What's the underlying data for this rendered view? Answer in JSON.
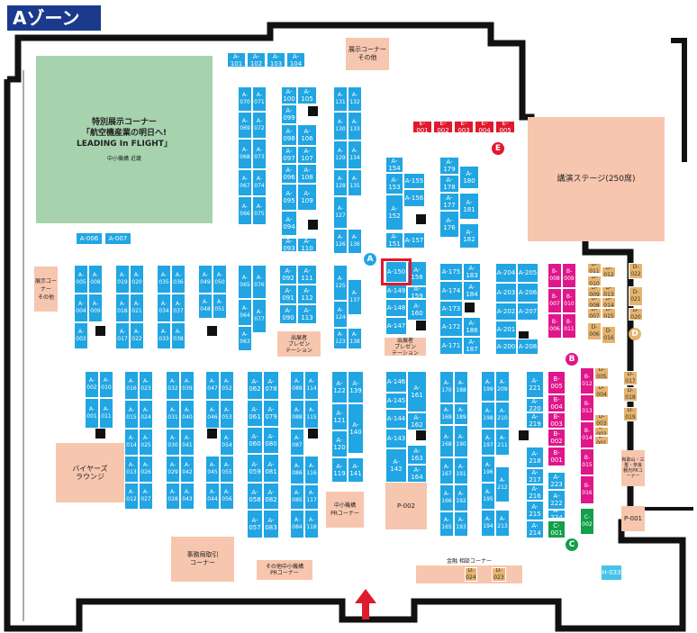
{
  "title": "Aゾーン",
  "colors": {
    "blue": "#21a5e3",
    "red": "#e0192d",
    "magenta": "#e0168a",
    "green": "#12a04a",
    "tan": "#e6b46e",
    "pink": "#f7c6ae",
    "green_area": "#a6d3ae",
    "navy": "#1b3a8c"
  },
  "areas": {
    "special_title": "特別展示コーナー\n「航空機産業の明日へ!\nLEADING In FLIGHT」",
    "special_sub": "中小機構 近畿",
    "top_talk": "展示コーナー\nその他",
    "left_talk": "展示コーナー\nその他",
    "stage": "講演ステージ(250席)",
    "buyers": "バイヤーズ\nラウンジ",
    "office": "事務局取引\nコーナー",
    "present1": "出展者\nプレゼン\nテーション",
    "present2": "出展者\nプレゼン\nテーション",
    "sme1": "中小機構\nPRコーナー",
    "sme2": "その他中小機構\nPRコーナー",
    "consult": "金融 相談コーナー",
    "regional": "和歌山・三重・奈良\n観光PRコーナー",
    "p001": "P-001",
    "p002": "P-002",
    "h033": "H-033"
  },
  "markers": {
    "a": "A",
    "b": "B",
    "c": "C",
    "d": "D",
    "e": "E"
  },
  "booths": [
    {
      "l": "A-101"
    },
    {
      "l": "A-102"
    },
    {
      "l": "A-103"
    },
    {
      "l": "A-104"
    },
    {
      "l": "A-006"
    },
    {
      "l": "A-007"
    },
    {
      "l": "E-001"
    },
    {
      "l": "E-002"
    },
    {
      "l": "E-003"
    },
    {
      "l": "E-004"
    },
    {
      "l": "E-005"
    },
    {
      "l": "A-070"
    },
    {
      "l": "A-071"
    },
    {
      "l": "A-069"
    },
    {
      "l": "A-072"
    },
    {
      "l": "A-068"
    },
    {
      "l": "A-073"
    },
    {
      "l": "A-067"
    },
    {
      "l": "A-074"
    },
    {
      "l": "A-066"
    },
    {
      "l": "A-075"
    },
    {
      "l": "A-100"
    },
    {
      "l": "A-105"
    },
    {
      "l": "A-099"
    },
    {
      "l": "A-098"
    },
    {
      "l": "A-106"
    },
    {
      "l": "A-097"
    },
    {
      "l": "A-107"
    },
    {
      "l": "A-096"
    },
    {
      "l": "A-108"
    },
    {
      "l": "A-095"
    },
    {
      "l": "A-109"
    },
    {
      "l": "A-094"
    },
    {
      "l": "A-093"
    },
    {
      "l": "A-110"
    },
    {
      "l": "A-131"
    },
    {
      "l": "A-132"
    },
    {
      "l": "A-130"
    },
    {
      "l": "A-133"
    },
    {
      "l": "A-129"
    },
    {
      "l": "A-134"
    },
    {
      "l": "A-128"
    },
    {
      "l": "A-135"
    },
    {
      "l": "A-127"
    },
    {
      "l": "A-126"
    },
    {
      "l": "A-136"
    },
    {
      "l": "A-154"
    },
    {
      "l": "A-153"
    },
    {
      "l": "A-155"
    },
    {
      "l": "A-156"
    },
    {
      "l": "A-152"
    },
    {
      "l": "A-151"
    },
    {
      "l": "A-157"
    },
    {
      "l": "A-179"
    },
    {
      "l": "A-178"
    },
    {
      "l": "A-180"
    },
    {
      "l": "A-177"
    },
    {
      "l": "A-181"
    },
    {
      "l": "A-176"
    },
    {
      "l": "A-182"
    },
    {
      "l": "A-005"
    },
    {
      "l": "A-008"
    },
    {
      "l": "A-004"
    },
    {
      "l": "A-009"
    },
    {
      "l": "A-003"
    },
    {
      "l": "A-019"
    },
    {
      "l": "A-020"
    },
    {
      "l": "A-018"
    },
    {
      "l": "A-021"
    },
    {
      "l": "A-017"
    },
    {
      "l": "A-022"
    },
    {
      "l": "A-035"
    },
    {
      "l": "A-036"
    },
    {
      "l": "A-034"
    },
    {
      "l": "A-037"
    },
    {
      "l": "A-033"
    },
    {
      "l": "A-038"
    },
    {
      "l": "A-049"
    },
    {
      "l": "A-050"
    },
    {
      "l": "A-048"
    },
    {
      "l": "A-051"
    },
    {
      "l": "A-065"
    },
    {
      "l": "A-076"
    },
    {
      "l": "A-064"
    },
    {
      "l": "A-077"
    },
    {
      "l": "A-063"
    },
    {
      "l": "A-092"
    },
    {
      "l": "A-111"
    },
    {
      "l": "A-091"
    },
    {
      "l": "A-112"
    },
    {
      "l": "A-090"
    },
    {
      "l": "A-113"
    },
    {
      "l": "A-125"
    },
    {
      "l": "A-137"
    },
    {
      "l": "A-124"
    },
    {
      "l": "A-123"
    },
    {
      "l": "A-138"
    },
    {
      "l": "A-150"
    },
    {
      "l": "A-158"
    },
    {
      "l": "A-149"
    },
    {
      "l": "A-159"
    },
    {
      "l": "A-148"
    },
    {
      "l": "A-160"
    },
    {
      "l": "A-147"
    },
    {
      "l": "A-175"
    },
    {
      "l": "A-183"
    },
    {
      "l": "A-174"
    },
    {
      "l": "A-184"
    },
    {
      "l": "A-173"
    },
    {
      "l": "A-185"
    },
    {
      "l": "A-172"
    },
    {
      "l": "A-186"
    },
    {
      "l": "A-171"
    },
    {
      "l": "A-187"
    },
    {
      "l": "A-204"
    },
    {
      "l": "A-205"
    },
    {
      "l": "A-203"
    },
    {
      "l": "A-206"
    },
    {
      "l": "A-202"
    },
    {
      "l": "A-207"
    },
    {
      "l": "A-201"
    },
    {
      "l": "A-200"
    },
    {
      "l": "A-208"
    },
    {
      "l": "B-008"
    },
    {
      "l": "B-009"
    },
    {
      "l": "B-007"
    },
    {
      "l": "B-010"
    },
    {
      "l": "B-006"
    },
    {
      "l": "B-011"
    },
    {
      "l": "D-011"
    },
    {
      "l": "D-012"
    },
    {
      "l": "D-022"
    },
    {
      "l": "D-010"
    },
    {
      "l": "D-009"
    },
    {
      "l": "D-013"
    },
    {
      "l": "D-021"
    },
    {
      "l": "D-008"
    },
    {
      "l": "D-014"
    },
    {
      "l": "D-007"
    },
    {
      "l": "D-015"
    },
    {
      "l": "D-020"
    },
    {
      "l": "D-006"
    },
    {
      "l": "D-016"
    },
    {
      "l": "A-002"
    },
    {
      "l": "A-010"
    },
    {
      "l": "A-001"
    },
    {
      "l": "A-011"
    },
    {
      "l": "A-016"
    },
    {
      "l": "A-023"
    },
    {
      "l": "A-015"
    },
    {
      "l": "A-024"
    },
    {
      "l": "A-014"
    },
    {
      "l": "A-025"
    },
    {
      "l": "A-013"
    },
    {
      "l": "A-026"
    },
    {
      "l": "A-012"
    },
    {
      "l": "A-027"
    },
    {
      "l": "A-032"
    },
    {
      "l": "A-039"
    },
    {
      "l": "A-031"
    },
    {
      "l": "A-040"
    },
    {
      "l": "A-030"
    },
    {
      "l": "A-041"
    },
    {
      "l": "A-029"
    },
    {
      "l": "A-042"
    },
    {
      "l": "A-028"
    },
    {
      "l": "A-043"
    },
    {
      "l": "A-047"
    },
    {
      "l": "A-052"
    },
    {
      "l": "A-046"
    },
    {
      "l": "A-053"
    },
    {
      "l": "A-054"
    },
    {
      "l": "A-045"
    },
    {
      "l": "A-055"
    },
    {
      "l": "A-044"
    },
    {
      "l": "A-056"
    },
    {
      "l": "A-062"
    },
    {
      "l": "A-078"
    },
    {
      "l": "A-061"
    },
    {
      "l": "A-079"
    },
    {
      "l": "A-060"
    },
    {
      "l": "A-080"
    },
    {
      "l": "A-059"
    },
    {
      "l": "A-081"
    },
    {
      "l": "A-058"
    },
    {
      "l": "A-082"
    },
    {
      "l": "A-057"
    },
    {
      "l": "A-083"
    },
    {
      "l": "A-089"
    },
    {
      "l": "A-114"
    },
    {
      "l": "A-088"
    },
    {
      "l": "A-115"
    },
    {
      "l": "A-087"
    },
    {
      "l": "A-086"
    },
    {
      "l": "A-116"
    },
    {
      "l": "A-085"
    },
    {
      "l": "A-117"
    },
    {
      "l": "A-084"
    },
    {
      "l": "A-118"
    },
    {
      "l": "A-122"
    },
    {
      "l": "A-139"
    },
    {
      "l": "A-121"
    },
    {
      "l": "A-140"
    },
    {
      "l": "A-120"
    },
    {
      "l": "A-119"
    },
    {
      "l": "A-141"
    },
    {
      "l": "A-146"
    },
    {
      "l": "A-145"
    },
    {
      "l": "A-161"
    },
    {
      "l": "A-144"
    },
    {
      "l": "A-162"
    },
    {
      "l": "A-143"
    },
    {
      "l": "A-163"
    },
    {
      "l": "A-142"
    },
    {
      "l": "A-164"
    },
    {
      "l": "A-170"
    },
    {
      "l": "A-188"
    },
    {
      "l": "A-169"
    },
    {
      "l": "A-189"
    },
    {
      "l": "A-168"
    },
    {
      "l": "A-190"
    },
    {
      "l": "A-167"
    },
    {
      "l": "A-191"
    },
    {
      "l": "A-166"
    },
    {
      "l": "A-192"
    },
    {
      "l": "A-165"
    },
    {
      "l": "A-193"
    },
    {
      "l": "A-199"
    },
    {
      "l": "A-209"
    },
    {
      "l": "A-198"
    },
    {
      "l": "A-210"
    },
    {
      "l": "A-197"
    },
    {
      "l": "A-211"
    },
    {
      "l": "A-196"
    },
    {
      "l": "A-212"
    },
    {
      "l": "A-195"
    },
    {
      "l": "A-194"
    },
    {
      "l": "A-213"
    },
    {
      "l": "A-221"
    },
    {
      "l": "A-220"
    },
    {
      "l": "A-219"
    },
    {
      "l": "A-218"
    },
    {
      "l": "A-217"
    },
    {
      "l": "A-216"
    },
    {
      "l": "A-215"
    },
    {
      "l": "A-214"
    },
    {
      "l": "A-222"
    },
    {
      "l": "A-223"
    },
    {
      "l": "A-224"
    },
    {
      "l": "B-005"
    },
    {
      "l": "B-004"
    },
    {
      "l": "B-003"
    },
    {
      "l": "B-002"
    },
    {
      "l": "B-001"
    },
    {
      "l": "B-012"
    },
    {
      "l": "B-013"
    },
    {
      "l": "B-014"
    },
    {
      "l": "B-015"
    },
    {
      "l": "B-016"
    },
    {
      "l": "D-005"
    },
    {
      "l": "D-004"
    },
    {
      "l": "D-003"
    },
    {
      "l": "D-002"
    },
    {
      "l": "D-001"
    },
    {
      "l": "D-017"
    },
    {
      "l": "D-018"
    },
    {
      "l": "D-019"
    },
    {
      "l": "C-001"
    },
    {
      "l": "C-002"
    },
    {
      "l": "D-024"
    },
    {
      "l": "D-023"
    }
  ]
}
